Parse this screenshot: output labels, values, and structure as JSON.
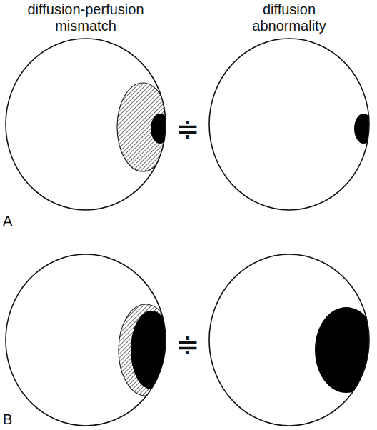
{
  "diagram": {
    "labels": [
      "diffusion-perfusion mismatch",
      "diffusion abnormality",
      "≑",
      "A",
      "≑",
      "B"
    ]
  }
}
